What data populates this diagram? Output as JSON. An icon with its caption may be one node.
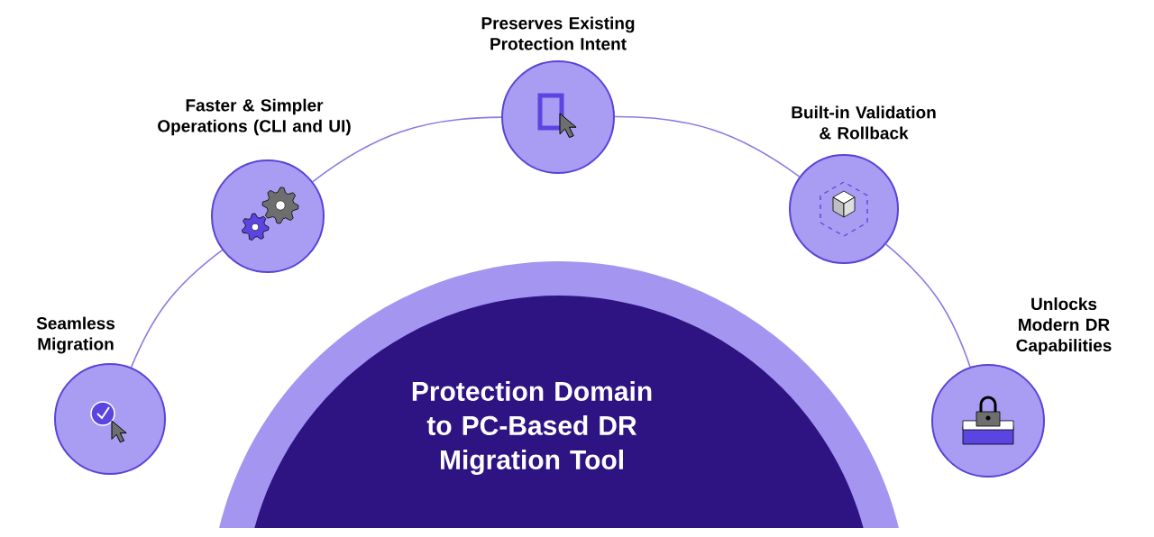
{
  "diagram": {
    "nodes": [
      {
        "text": [
          "Protection Domain to PC-Based DR Migration Tool"
        ]
      },
      {
        "text": [
          "Seamless Migration"
        ]
      },
      {
        "text": [
          "Faster & Simpler Operations (CLI and UI)"
        ]
      },
      {
        "text": [
          "Preserves Existing Protection Intent"
        ]
      },
      {
        "text": [
          "Built-in Validation & Rollback"
        ]
      },
      {
        "text": [
          "Unlocks Modern DR Capabilities"
        ]
      }
    ],
    "edges": [
      {
        "from": 1,
        "to": 2,
        "arrow": "none"
      },
      {
        "from": 2,
        "to": 3,
        "arrow": "none"
      },
      {
        "from": 3,
        "to": 4,
        "arrow": "none"
      },
      {
        "from": 4,
        "to": 5,
        "arrow": "none"
      }
    ]
  }
}
